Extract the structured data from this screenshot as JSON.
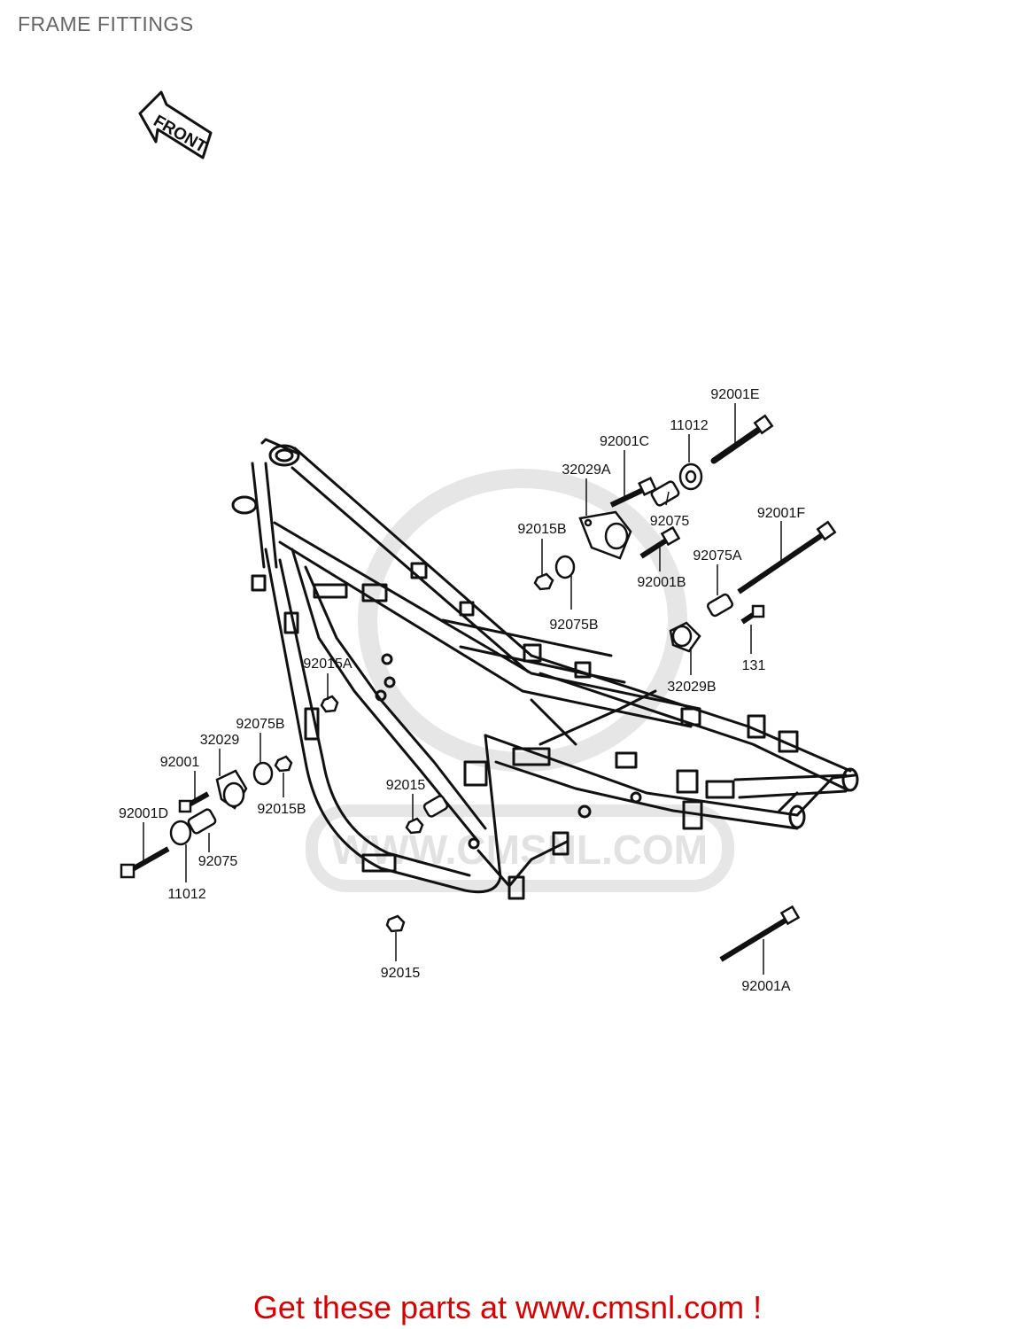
{
  "page": {
    "title": "FRAME FITTINGS",
    "footer": "Get these parts at www.cmsnl.com !"
  },
  "diagram": {
    "direction_arrow": "FRONT",
    "watermark": "WWW.CMSNL.COM",
    "parts": {
      "p92001E": "92001E",
      "p11012_top": "11012",
      "p92001C": "92001C",
      "p32029A": "32029A",
      "p92075_top": "92075",
      "p92001F": "92001F",
      "p92015B_top": "92015B",
      "p92075A": "92075A",
      "p92001B": "92001B",
      "p92075B_top": "92075B",
      "p131": "131",
      "p32029B": "32029B",
      "p92015A": "92015A",
      "p92075B_left": "92075B",
      "p32029": "32029",
      "p92001": "92001",
      "p92015": "92015",
      "p92001D": "92001D",
      "p92015B_left": "92015B",
      "p92075_left": "92075",
      "p11012_left": "11012",
      "p92015_bottom": "92015",
      "p92001A": "92001A"
    }
  },
  "colors": {
    "footer": "#d40000",
    "title": "#666666",
    "line_art": "#111111",
    "watermark": "#e2e2e2"
  }
}
